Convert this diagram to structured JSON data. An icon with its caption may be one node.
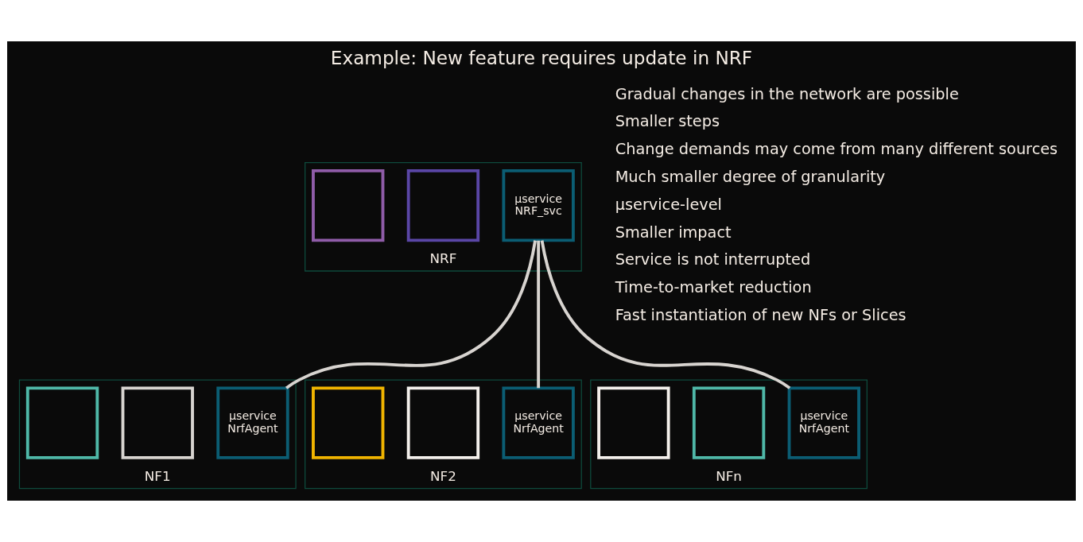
{
  "diagram": {
    "title": "Example: New feature requires update in NRF",
    "nodes": [
      {
        "text": [
          "NRF"
        ]
      },
      {
        "text": [
          "µservice",
          "NRF_svc"
        ],
        "in": 0
      },
      {
        "text": [],
        "shape": "box",
        "in": 0
      },
      {
        "text": [],
        "shape": "box",
        "in": 0
      },
      {
        "text": [
          "NF1"
        ]
      },
      {
        "text": [
          "µservice",
          "NrfAgent"
        ],
        "in": 4
      },
      {
        "text": [],
        "shape": "box",
        "in": 4
      },
      {
        "text": [],
        "shape": "box",
        "in": 4
      },
      {
        "text": [
          "NF2"
        ]
      },
      {
        "text": [
          "µservice",
          "NrfAgent"
        ],
        "in": 8
      },
      {
        "text": [],
        "shape": "box",
        "in": 8
      },
      {
        "text": [],
        "shape": "box",
        "in": 8
      },
      {
        "text": [
          "NFn"
        ]
      },
      {
        "text": [
          "µservice",
          "NrfAgent"
        ],
        "in": 12
      },
      {
        "text": [],
        "shape": "box",
        "in": 12
      },
      {
        "text": [],
        "shape": "box",
        "in": 12
      }
    ],
    "edges": [
      {
        "from": 1,
        "to": 5,
        "arrow": "none"
      },
      {
        "from": 1,
        "to": 9,
        "arrow": "none"
      },
      {
        "from": 1,
        "to": 13,
        "arrow": "none"
      }
    ],
    "labels": [
      "Gradual changes in the network are possible",
      "Smaller steps",
      "Change demands may come from many different sources",
      "Much smaller degree of granularity",
      "µservice-level",
      "Smaller impact",
      "Service is not interrupted",
      "Time-to-market reduction",
      "Fast instantiation of new NFs or Slices"
    ]
  }
}
